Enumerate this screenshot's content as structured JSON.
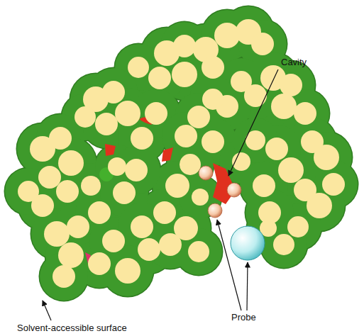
{
  "diagram": {
    "labels": [
      "Cavity",
      "Probe",
      "Solvent-accessible surface"
    ]
  }
}
